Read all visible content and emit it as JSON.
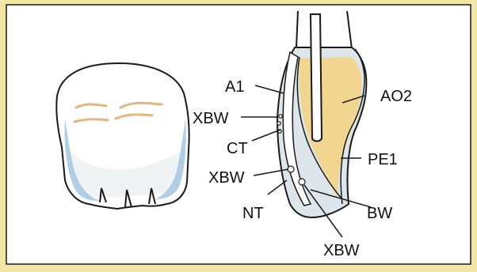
{
  "diagram": {
    "labels": {
      "a1": "A1",
      "ao2": "AO2",
      "xbw_top": "XBW",
      "ct": "CT",
      "pe1": "PE1",
      "xbw_mid": "XBW",
      "nt": "NT",
      "bw": "BW",
      "xbw_bottom": "XBW"
    },
    "colors": {
      "background": "#f3e6a4",
      "panel": "#ffffff",
      "opaque_layer": "#f2d690",
      "translucent_layer": "#dde6ea",
      "enamel_edge": "#a9c9e4",
      "crack_lines": "#e2b67d",
      "outline": "#1a1a1a"
    }
  }
}
